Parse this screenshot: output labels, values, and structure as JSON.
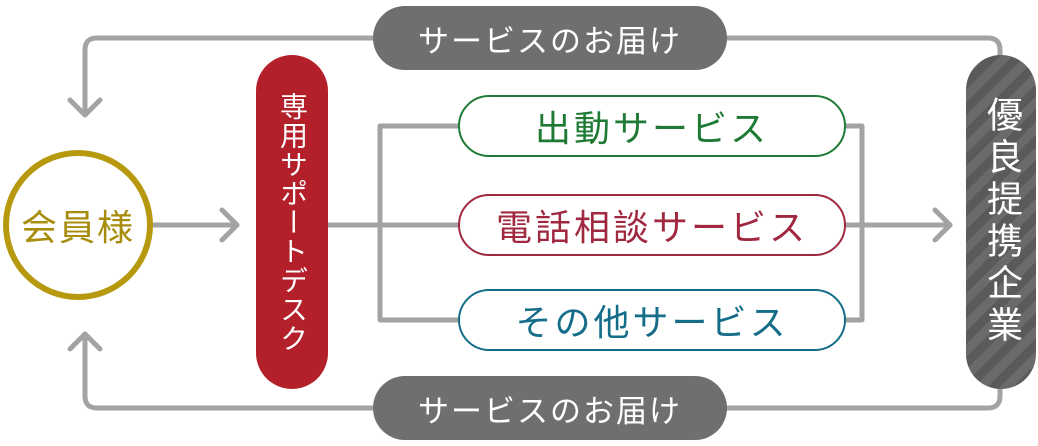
{
  "top_label": "サービスのお届け",
  "bottom_label": "サービスのお届け",
  "member": "会員様",
  "support_desk": "専用サポートデスク",
  "services": [
    {
      "label": "出動サービス",
      "color": "#1e7a34"
    },
    {
      "label": "電話相談サービス",
      "color": "#a0283f"
    },
    {
      "label": "その他サービス",
      "color": "#156d8a"
    }
  ],
  "partner": "優良提携企業"
}
